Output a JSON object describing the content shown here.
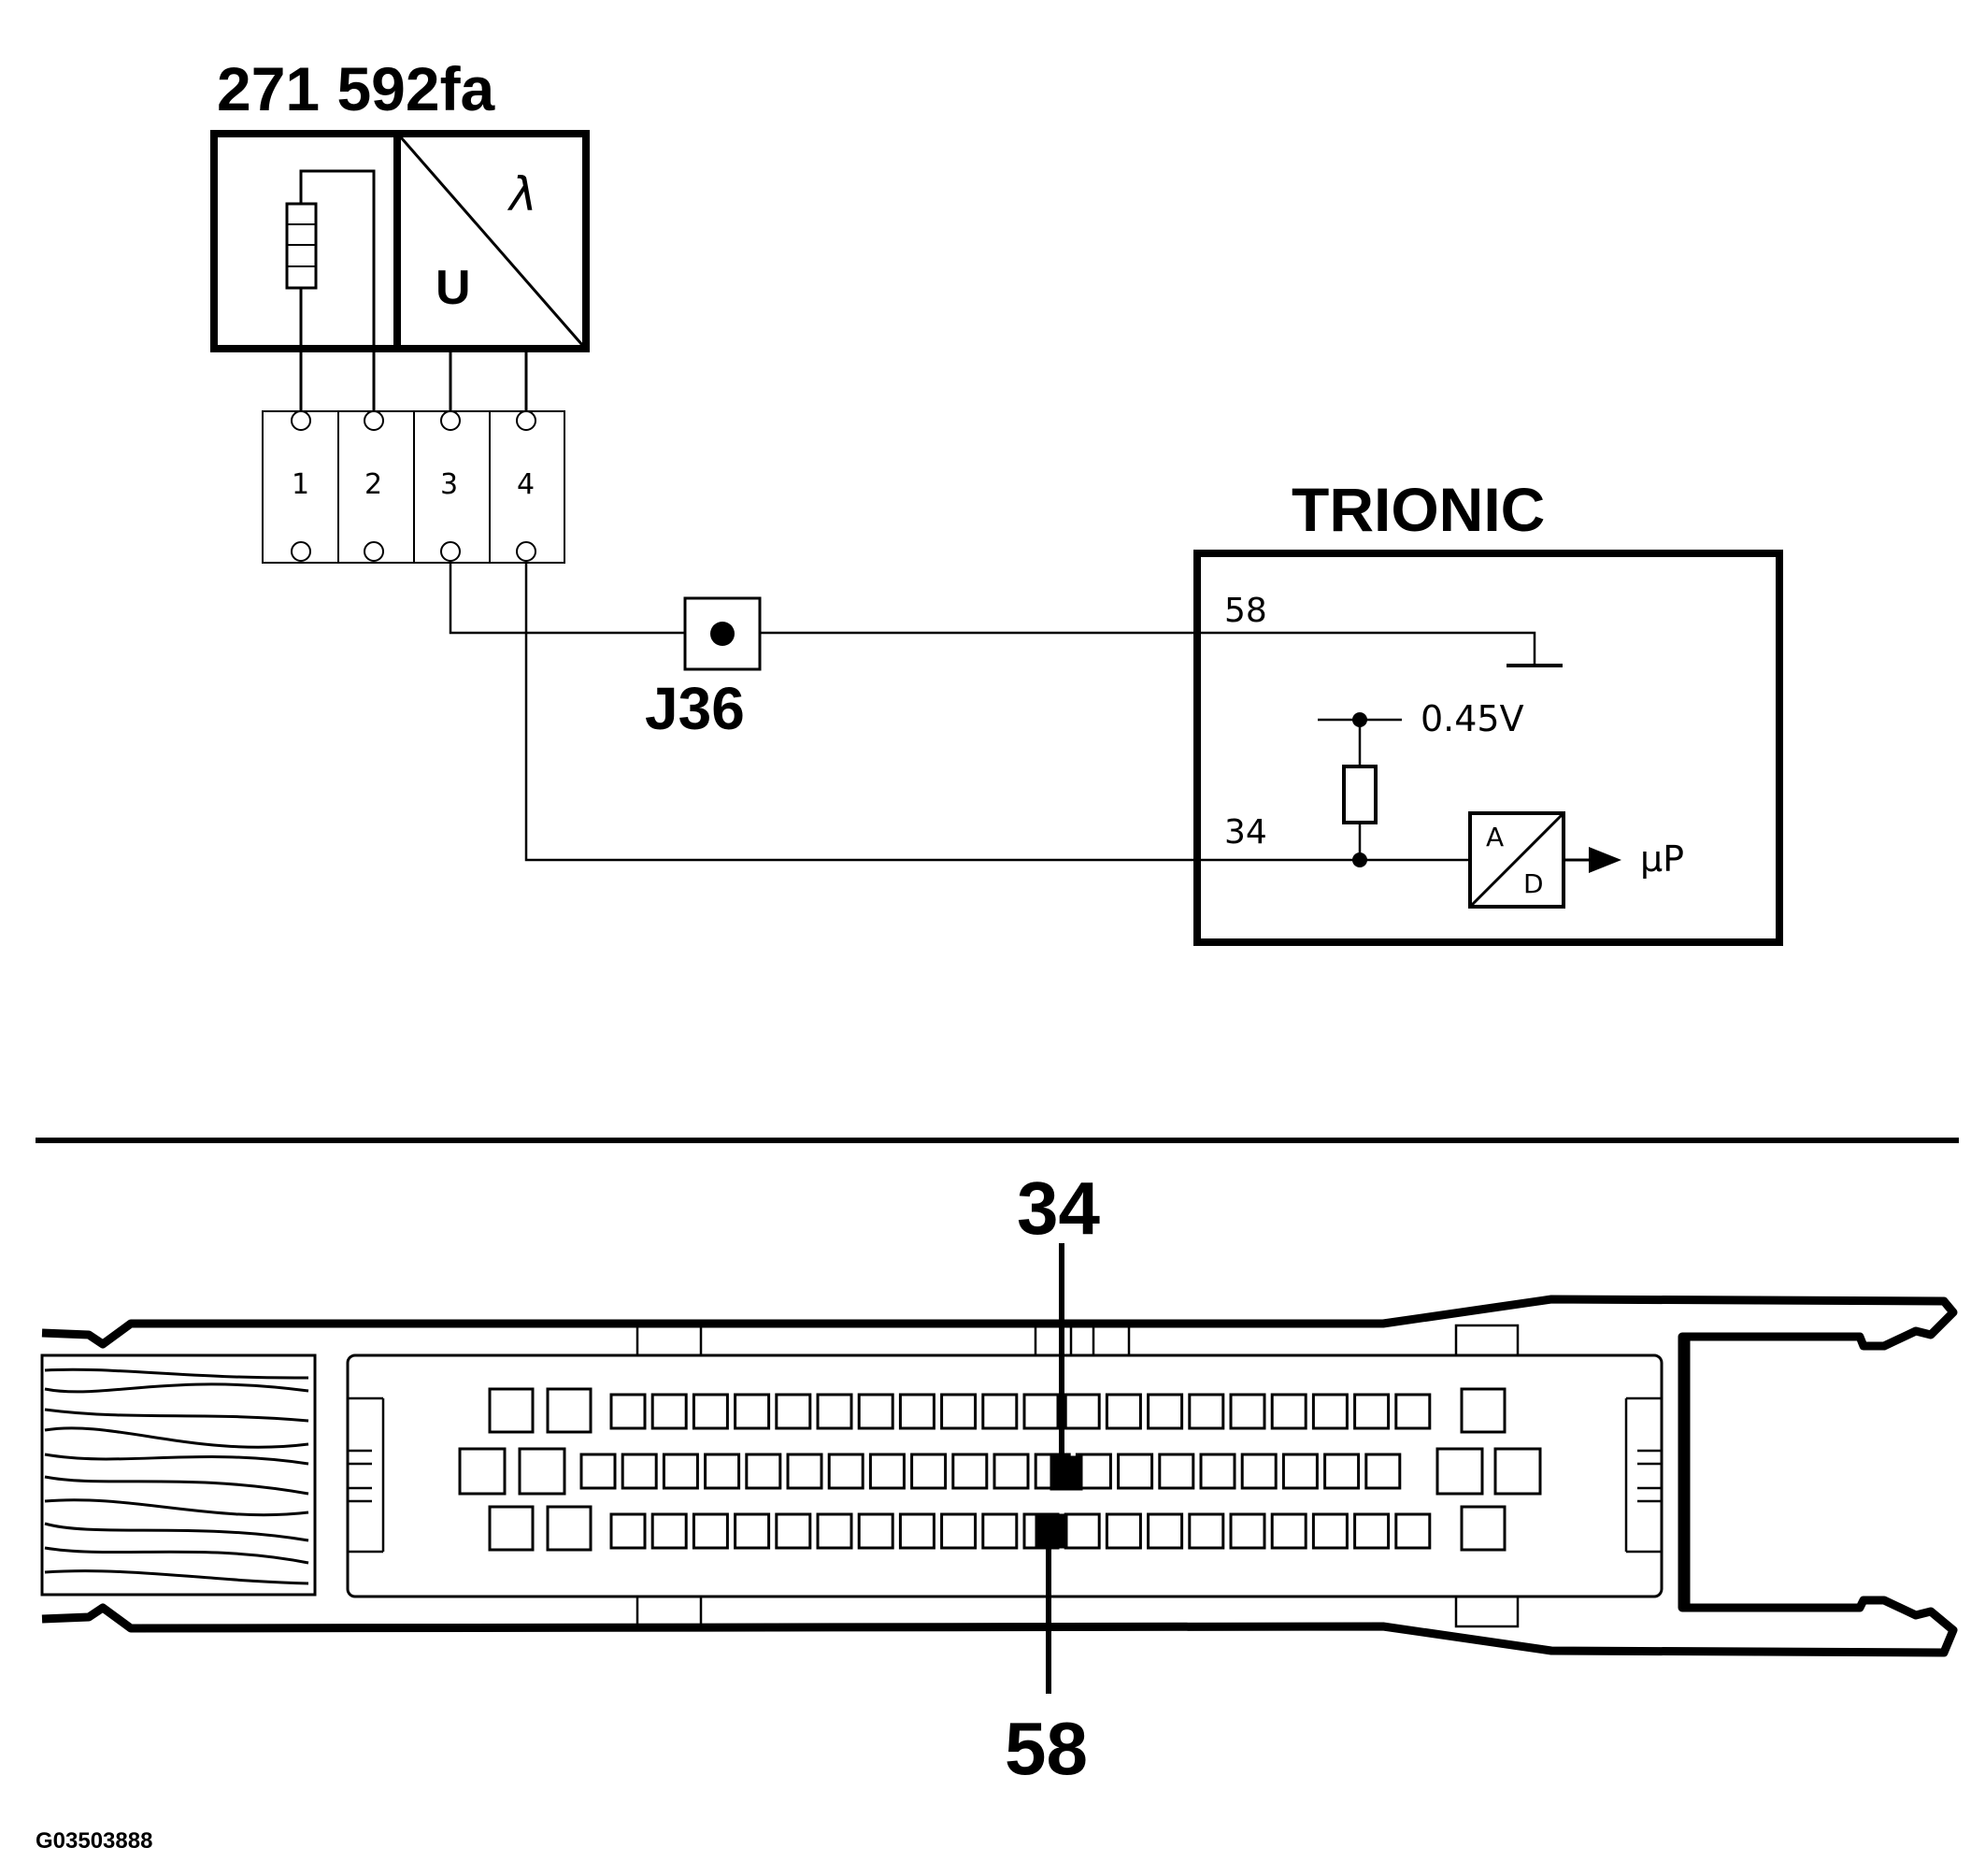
{
  "sensor": {
    "title": "271 592fa",
    "lambda_symbol": "λ",
    "voltage_symbol": "U"
  },
  "connector": {
    "pins": [
      "1",
      "2",
      "3",
      "4"
    ]
  },
  "junction": {
    "label": "J36"
  },
  "ecu": {
    "title": "TRIONIC",
    "pin_ground": "58",
    "pin_signal": "34",
    "reference_voltage": "0.45V",
    "converter_top": "A",
    "converter_bottom": "D",
    "output_label": "µP"
  },
  "connector_view": {
    "callout_top": "34",
    "callout_bottom": "58"
  },
  "figure_id": "G03503888"
}
